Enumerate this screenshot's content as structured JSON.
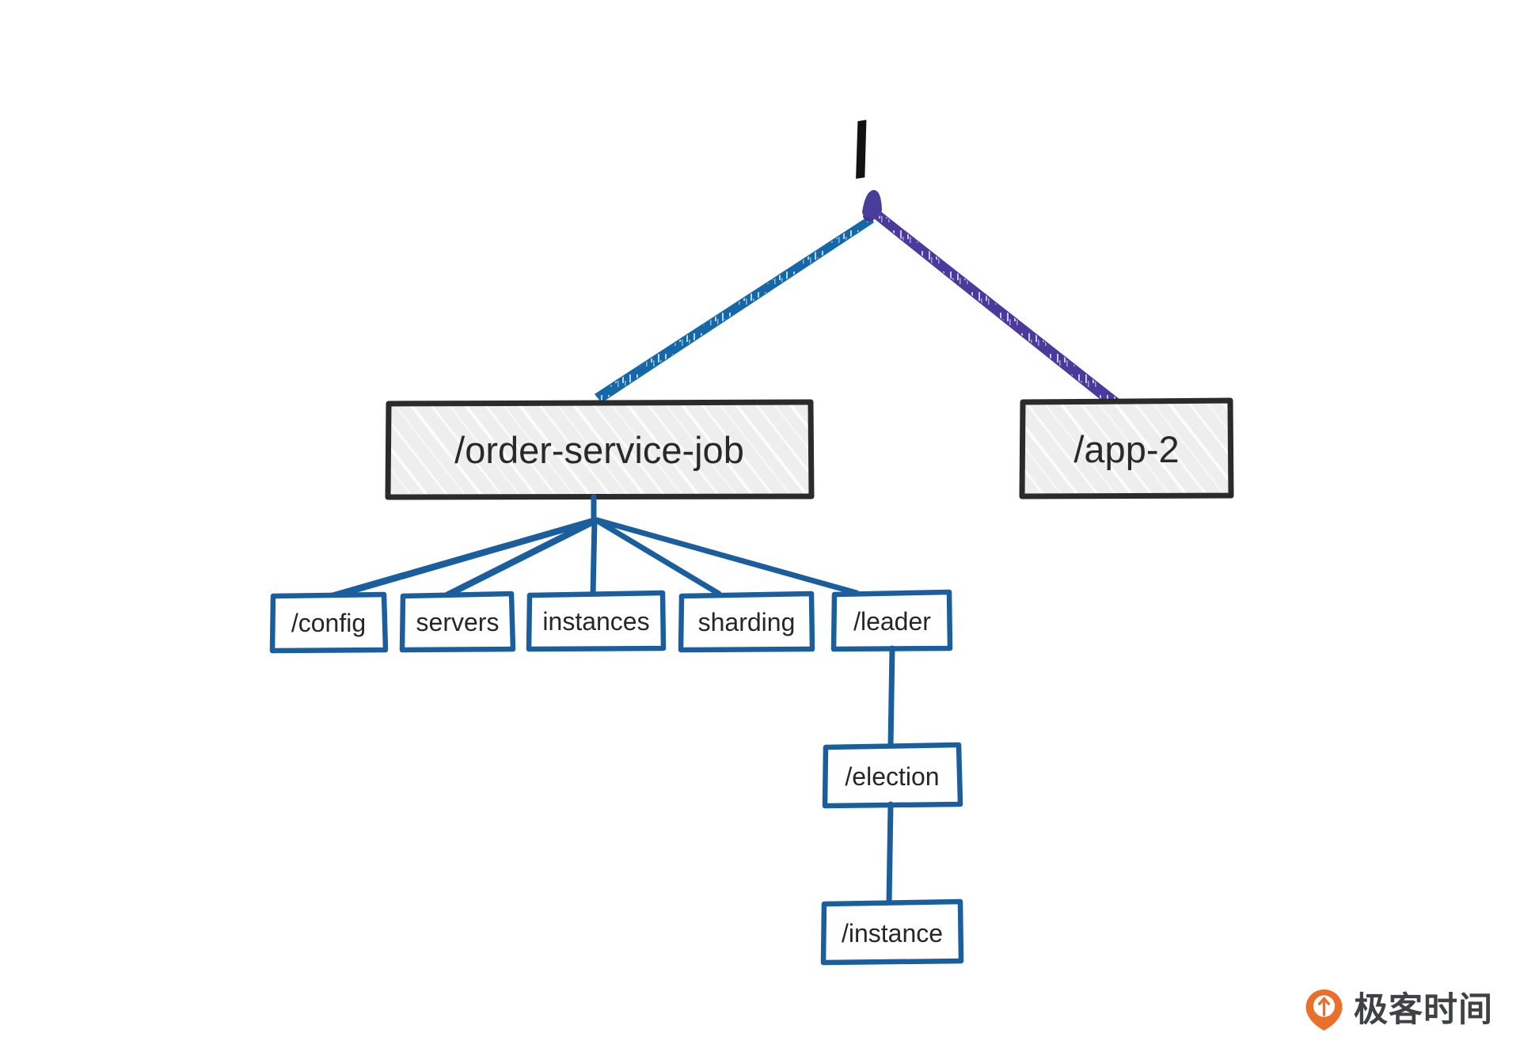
{
  "diagram": {
    "type": "tree",
    "title_text": "/",
    "background": "#ffffff",
    "colors": {
      "root_text": "#111214",
      "edge_left_blue": "#1568a8",
      "edge_right_purple": "#4b3a9c",
      "child_edge_blue": "#1a5e9e",
      "big_box_stroke": "#2b2b2b",
      "big_box_fill": "#eeeeee",
      "small_box_stroke": "#1a5e9e",
      "small_box_fill": "#ffffff",
      "label_dark": "#27292b",
      "watermark_orange": "#e8702a",
      "watermark_text": "#3f4144"
    },
    "root": {
      "label": "/"
    },
    "level1": [
      {
        "id": "order-service-job",
        "label": "/order-service-job",
        "style": "shaded"
      },
      {
        "id": "app-2",
        "label": "/app-2",
        "style": "shaded"
      }
    ],
    "level2": [
      {
        "id": "config",
        "label": "/config"
      },
      {
        "id": "servers",
        "label": "servers"
      },
      {
        "id": "instances",
        "label": "instances"
      },
      {
        "id": "sharding",
        "label": "sharding"
      },
      {
        "id": "leader",
        "label": "/leader"
      }
    ],
    "level3": [
      {
        "id": "election",
        "label": "/election"
      }
    ],
    "level4": [
      {
        "id": "instance",
        "label": "/instance"
      }
    ],
    "edges": [
      {
        "from": "/",
        "to": "/order-service-job",
        "color": "#1568a8"
      },
      {
        "from": "/",
        "to": "/app-2",
        "color": "#4b3a9c"
      },
      {
        "from": "/order-service-job",
        "to": "/config",
        "color": "#1a5e9e"
      },
      {
        "from": "/order-service-job",
        "to": "servers",
        "color": "#1a5e9e"
      },
      {
        "from": "/order-service-job",
        "to": "instances",
        "color": "#1a5e9e"
      },
      {
        "from": "/order-service-job",
        "to": "sharding",
        "color": "#1a5e9e"
      },
      {
        "from": "/order-service-job",
        "to": "/leader",
        "color": "#1a5e9e"
      },
      {
        "from": "/leader",
        "to": "/election",
        "color": "#1a5e9e"
      },
      {
        "from": "/election",
        "to": "/instance",
        "color": "#1a5e9e"
      }
    ]
  },
  "watermark": {
    "text": "极客时间"
  }
}
